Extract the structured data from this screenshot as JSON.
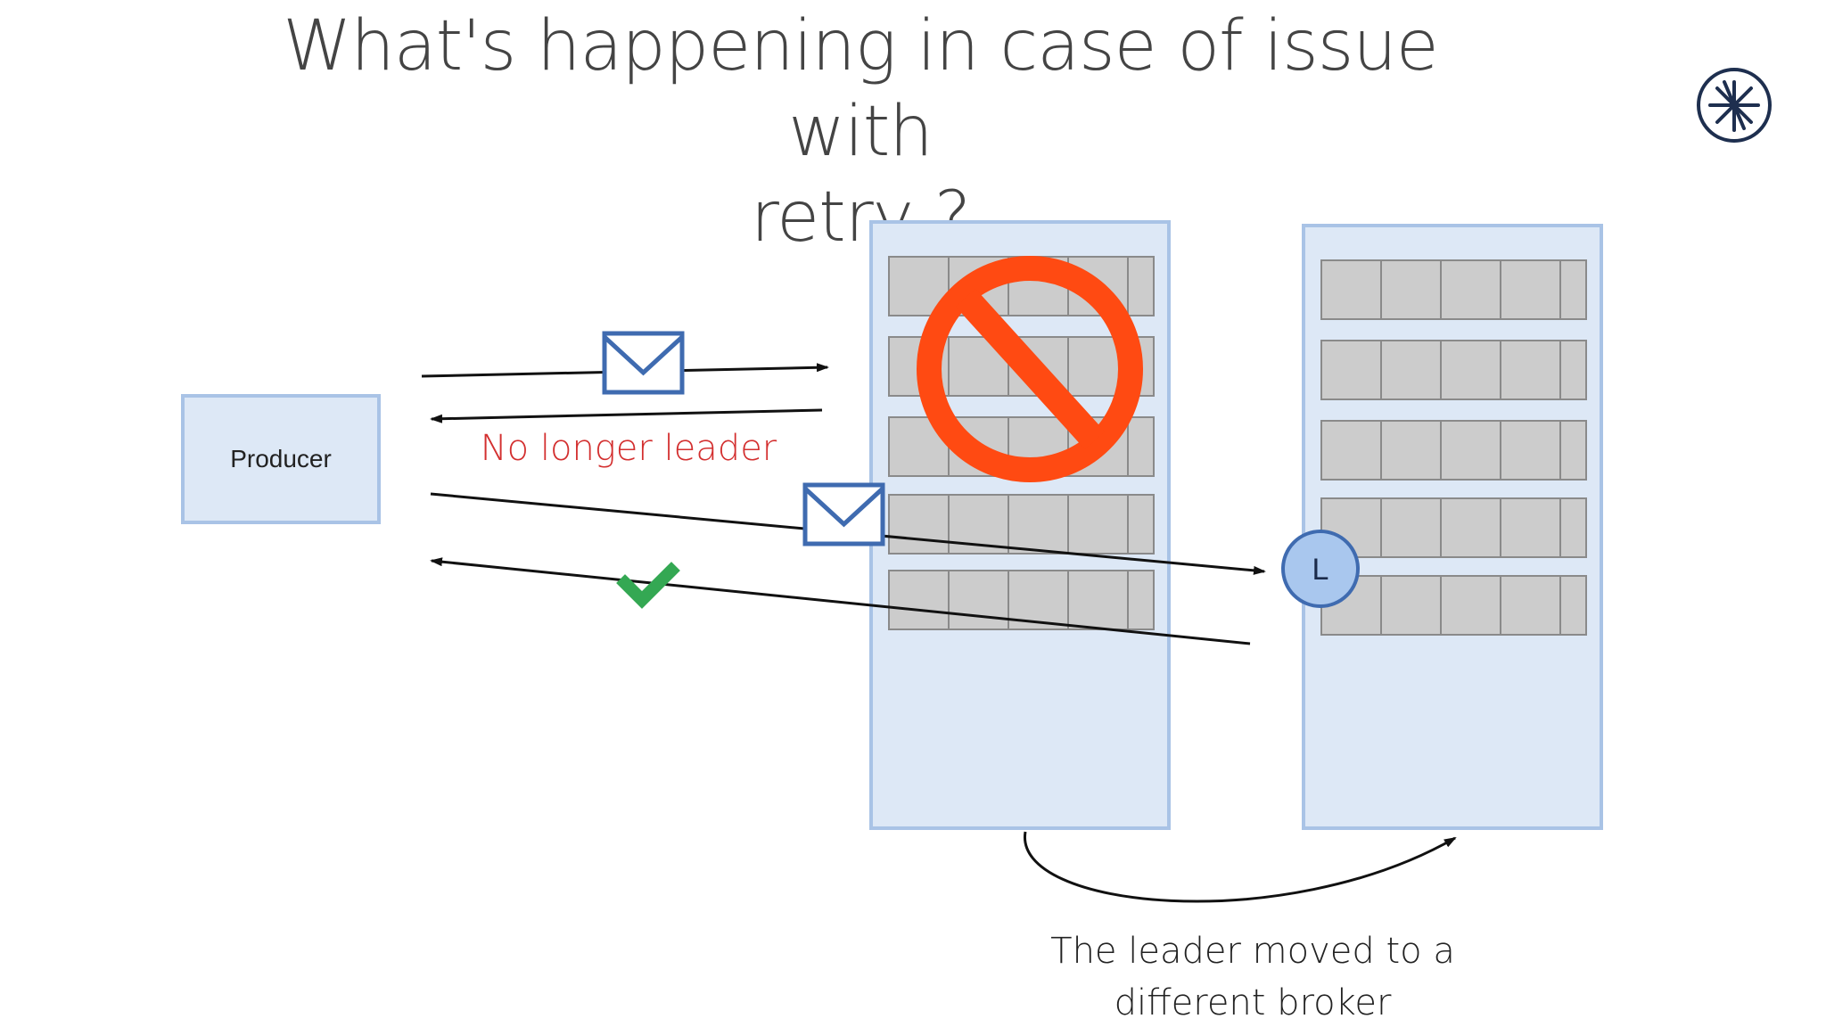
{
  "title": {
    "line1": "What's happening in case of issue with",
    "line2": "retry ?"
  },
  "producer": {
    "label": "Producer"
  },
  "labels": {
    "error": "No longer leader",
    "leader_badge": "L",
    "caption_line1": "The leader moved to a",
    "caption_line2": "different broker"
  },
  "icons": {
    "logo": "asterisk-logo-icon",
    "message": "envelope-icon",
    "blocked": "prohibited-icon",
    "success": "checkmark-icon"
  },
  "colors": {
    "broker_fill": "#dde8f6",
    "broker_border": "#a9c3e6",
    "producer_fill": "#dde8f6",
    "producer_border": "#a9c3e6",
    "partition_fill": "#cccccc",
    "partition_border": "#8a8a8a",
    "envelope": "#3f6bb0",
    "prohibited": "#ff4a12",
    "error_text": "#d32f2f",
    "check": "#34a853",
    "leader_badge_fill": "#a9c7ee",
    "leader_badge_border": "#3f6bb0",
    "logo": "#1e2f4f"
  }
}
